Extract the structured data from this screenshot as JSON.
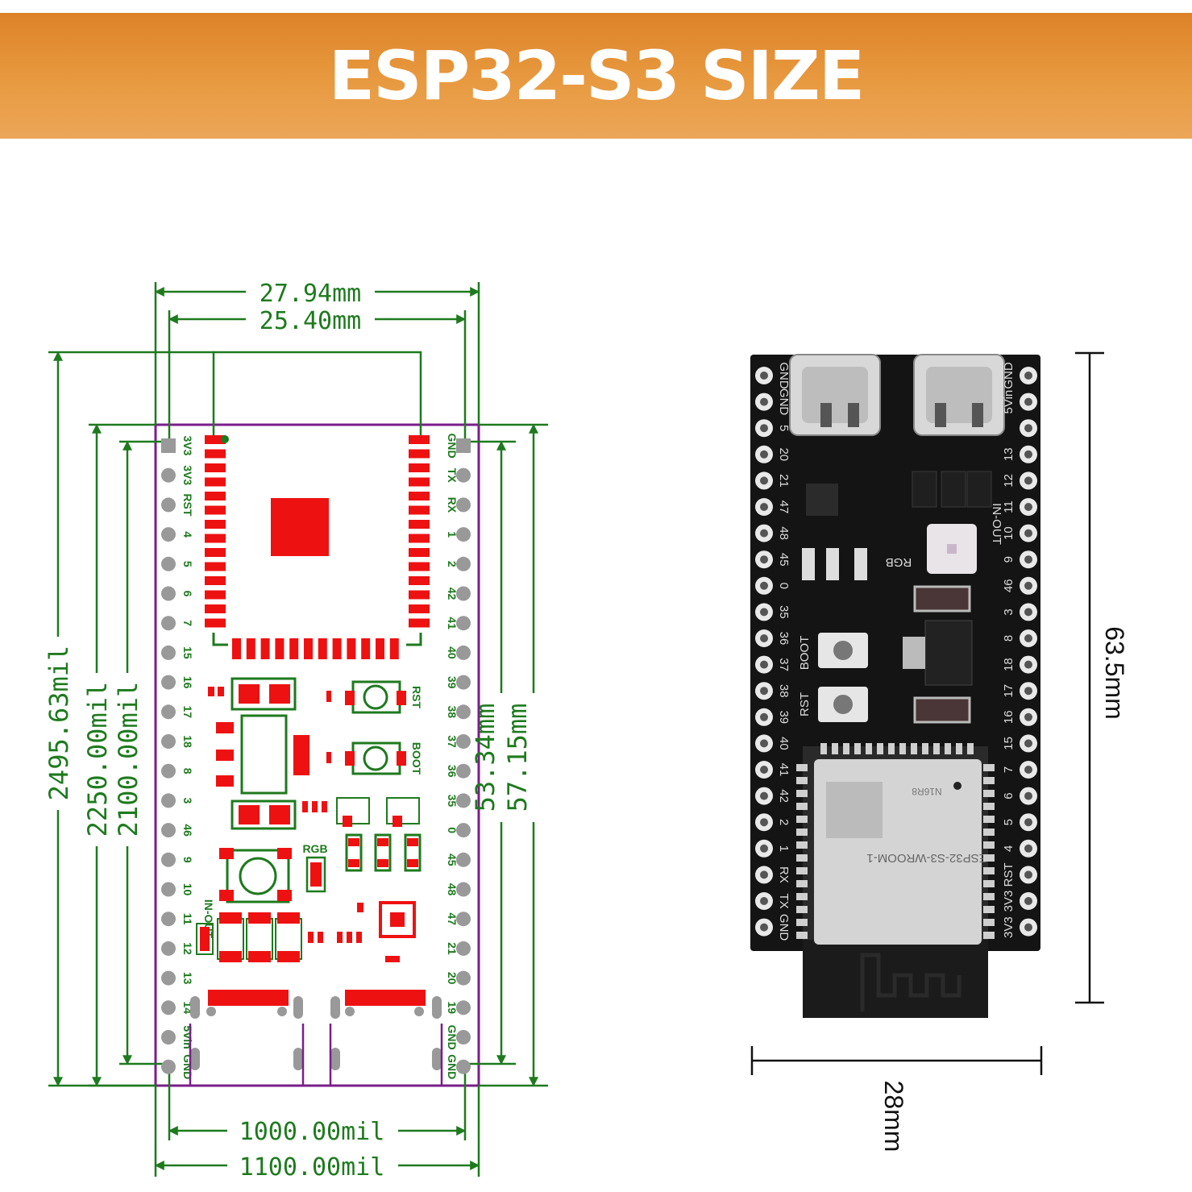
{
  "header": {
    "title": "ESP32-S3 SIZE"
  },
  "schematic": {
    "dims": {
      "width_outer": "27.94mm",
      "width_inner": "25.40mm",
      "bottom_inner": "1000.00mil",
      "bottom_outer": "1100.00mil",
      "height_1": "2495.63mil",
      "height_2": "2250.00mil",
      "height_3": "2100.00mil",
      "height_4": "53.34mm",
      "height_5": "57.15mm"
    },
    "left_pins": [
      "3V3",
      "3V3",
      "RST",
      "4",
      "5",
      "6",
      "7",
      "15",
      "16",
      "17",
      "18",
      "8",
      "3",
      "46",
      "9",
      "10",
      "11",
      "12",
      "13",
      "14",
      "5Vin",
      "GND"
    ],
    "right_pins": [
      "GND",
      "TX",
      "RX",
      "1",
      "2",
      "42",
      "41",
      "40",
      "39",
      "38",
      "37",
      "36",
      "35",
      "0",
      "45",
      "48",
      "47",
      "21",
      "20",
      "19",
      "GND",
      "GND"
    ],
    "labels": {
      "rst": "RST",
      "boot": "BOOT",
      "rgb": "RGB",
      "nout": "IN-OUT"
    }
  },
  "photo": {
    "dims": {
      "height": "63.5mm",
      "width": "28mm"
    },
    "left_labels": [
      "GND",
      "GND",
      "5",
      "20",
      "21",
      "47",
      "48",
      "45",
      "0",
      "35",
      "36",
      "37",
      "38",
      "39",
      "40",
      "41",
      "42",
      "2",
      "1",
      "RX",
      "TX",
      "GND"
    ],
    "right_labels": [
      "GND",
      "5Vin",
      "",
      "13",
      "12",
      "11",
      "10",
      "9",
      "46",
      "3",
      "8",
      "18",
      "17",
      "16",
      "15",
      "7",
      "6",
      "5",
      "4",
      "RST",
      "3V3",
      "3V3"
    ],
    "board_labels": {
      "boot": "BOOT",
      "rst": "RST",
      "rgb": "RGB",
      "nout": "IN-OUT",
      "module": "ESP32-S3-WROOM-1",
      "module_sub": "N16R8"
    }
  },
  "colors": {
    "banner": "#e08a30",
    "dimension": "#1e7a1e",
    "pad": "#ee1111",
    "outline": "#7a1e8a",
    "board": "#141414"
  }
}
